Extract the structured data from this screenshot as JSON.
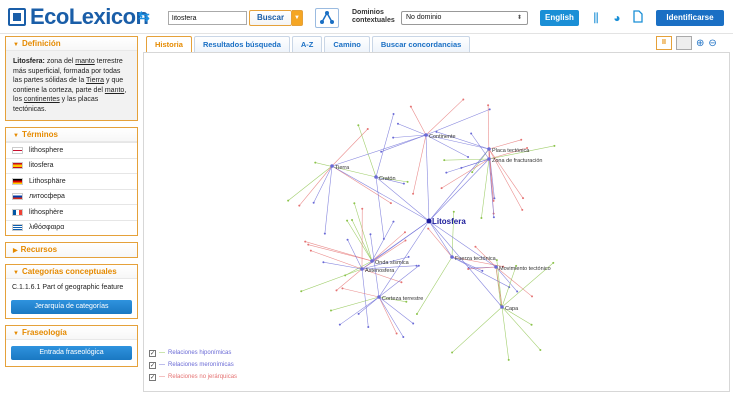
{
  "header": {
    "logo_text": "EcoLexicon",
    "search_value": "litosfera",
    "search_button": "Buscar",
    "dominios_label_1": "Dominios",
    "dominios_label_2": "contextuales",
    "dominio_value": "No dominio",
    "language_button": "English",
    "identify_button": "Identificarse",
    "icons": [
      "arrows-icon",
      "graph-icon",
      "sliders-icon",
      "pie-icon",
      "document-icon"
    ]
  },
  "sidebar": {
    "definicion": {
      "title": "Definición",
      "term": "Litosfera:",
      "text_1": " zona del ",
      "link_1": "manto",
      "text_2": " terrestre más superficial, formada por todas las partes sólidas de la ",
      "link_2": "Tierra",
      "text_3": " y que contiene la corteza, parte del ",
      "link_3": "manto",
      "text_4": ", los ",
      "link_4": "continentes",
      "text_5": " y las placas tectónicas."
    },
    "terminos": {
      "title": "Términos",
      "items": [
        {
          "label": "lithosphere",
          "flag": "uk"
        },
        {
          "label": "litosfera",
          "flag": "es"
        },
        {
          "label": "Lithosphäre",
          "flag": "de"
        },
        {
          "label": "литосфера",
          "flag": "ru"
        },
        {
          "label": "lithosphère",
          "flag": "fr"
        },
        {
          "label": "λιθόσφαιρα",
          "flag": "gr"
        }
      ]
    },
    "recursos": {
      "title": "Recursos"
    },
    "categorias": {
      "title": "Categorías conceptuales",
      "item": "C.1.1.6.1 Part of geographic feature",
      "button": "Jerarquía de categorías"
    },
    "fraseologia": {
      "title": "Fraseología",
      "button": "Entrada fraseológica"
    }
  },
  "tabs": [
    "Historia",
    "Resultados búsqueda",
    "A-Z",
    "Camino",
    "Buscar concordancias"
  ],
  "legend": {
    "hyponymic": "Relaciones hiponímicas",
    "meronymic": "Relaciones meronímicas",
    "non_hierarchical": "Relaciones no jerárquicas"
  },
  "graph": {
    "center": "Litosfera",
    "hubs": [
      "Continente",
      "Placa tectónica",
      "Zona de fracturación",
      "Tierra",
      "Cratón",
      "Movimiento tectónico",
      "Fuerza tectónica",
      "Onda sísmica",
      "Astenosfera",
      "Corteza terrestre",
      "Capa"
    ],
    "colors": {
      "meronymic": "#6a6ad6",
      "hyponymic": "#8bc34a",
      "non_hierarchical": "#e57373",
      "center": "#1a1a9a"
    }
  }
}
